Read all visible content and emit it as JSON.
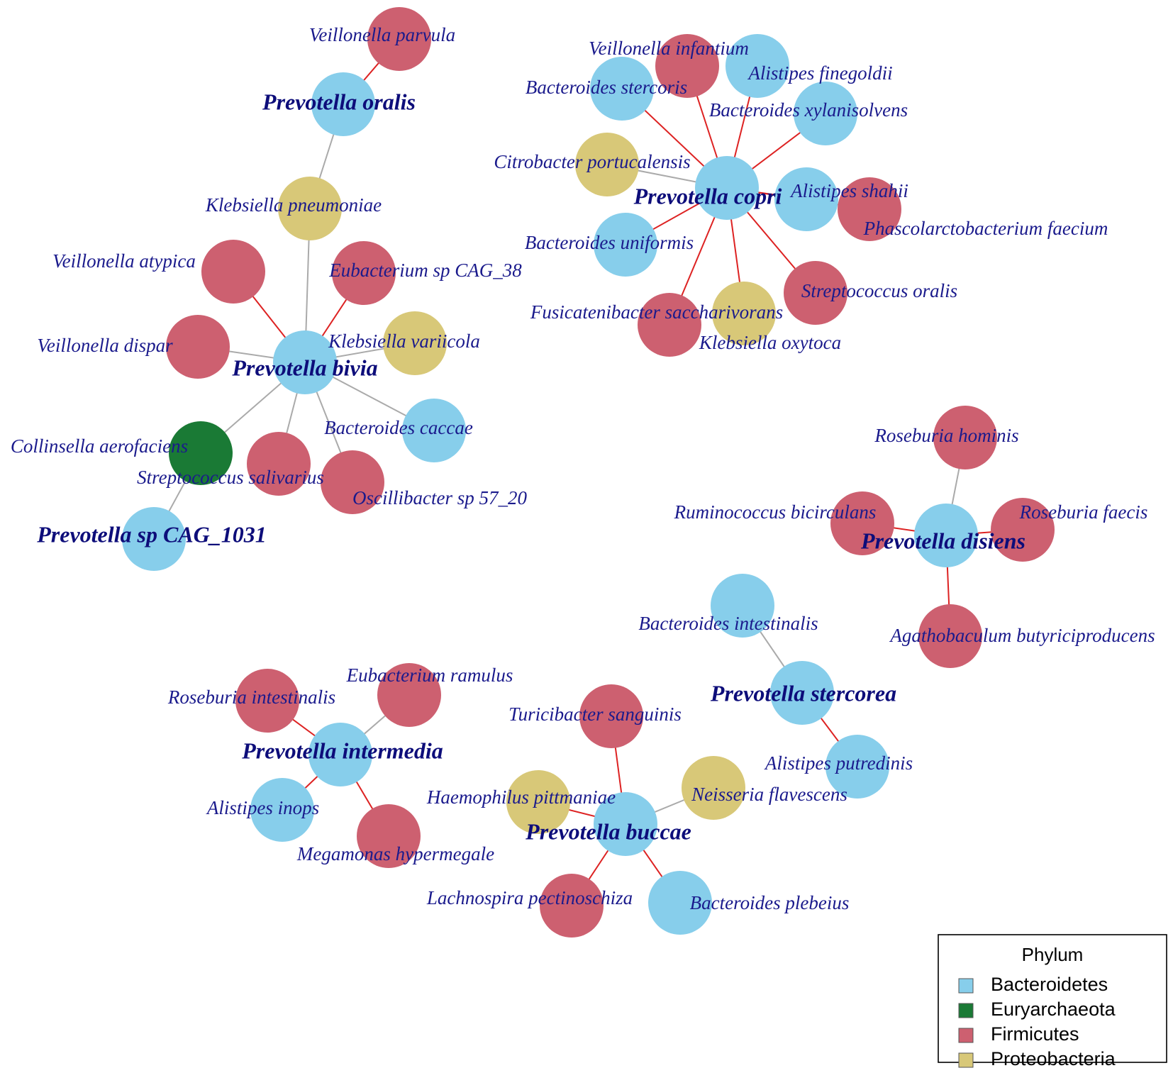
{
  "colors": {
    "Bacteroidetes": "#87ceeb",
    "Euryarchaeota": "#1a7a35",
    "Firmicutes": "#cd6070",
    "Proteobacteria": "#d8c878",
    "edge_positive": "#dd2222",
    "edge_negative": "#aaaaaa",
    "label": "#1a1a8c"
  },
  "nodes": [
    {
      "id": "p_oralis",
      "label": "Prevotella oralis",
      "phylum": "Bacteroidetes",
      "hub": true
    },
    {
      "id": "v_parvula",
      "label": "Veillonella parvula",
      "phylum": "Firmicutes"
    },
    {
      "id": "k_pneumoniae",
      "label": "Klebsiella pneumoniae",
      "phylum": "Proteobacteria"
    },
    {
      "id": "p_bivia",
      "label": "Prevotella bivia",
      "phylum": "Bacteroidetes",
      "hub": true
    },
    {
      "id": "v_atypica",
      "label": "Veillonella atypica",
      "phylum": "Firmicutes"
    },
    {
      "id": "eub_38",
      "label": "Eubacterium sp CAG_38",
      "phylum": "Firmicutes"
    },
    {
      "id": "v_dispar",
      "label": "Veillonella dispar",
      "phylum": "Firmicutes"
    },
    {
      "id": "k_variicola",
      "label": "Klebsiella variicola",
      "phylum": "Proteobacteria"
    },
    {
      "id": "b_caccae",
      "label": "Bacteroides caccae",
      "phylum": "Bacteroidetes"
    },
    {
      "id": "c_aerofaciens",
      "label": "Collinsella aerofaciens",
      "phylum": "Euryarchaeota"
    },
    {
      "id": "s_salivarius",
      "label": "Streptococcus salivarius",
      "phylum": "Firmicutes"
    },
    {
      "id": "osc_57",
      "label": "Oscillibacter sp 57_20",
      "phylum": "Firmicutes"
    },
    {
      "id": "p_1031",
      "label": "Prevotella sp CAG_1031",
      "phylum": "Bacteroidetes",
      "hub": true
    },
    {
      "id": "p_copri",
      "label": "Prevotella copri",
      "phylum": "Bacteroidetes",
      "hub": true
    },
    {
      "id": "v_infantium",
      "label": "Veillonella infantium",
      "phylum": "Firmicutes"
    },
    {
      "id": "a_finegoldii",
      "label": "Alistipes finegoldii",
      "phylum": "Bacteroidetes"
    },
    {
      "id": "b_stercoris",
      "label": "Bacteroides stercoris",
      "phylum": "Bacteroidetes"
    },
    {
      "id": "b_xylanisolvens",
      "label": "Bacteroides xylanisolvens",
      "phylum": "Bacteroidetes"
    },
    {
      "id": "c_portucalensis",
      "label": "Citrobacter portucalensis",
      "phylum": "Proteobacteria"
    },
    {
      "id": "a_shahii",
      "label": "Alistipes shahii",
      "phylum": "Bacteroidetes"
    },
    {
      "id": "ph_faecium",
      "label": "Phascolarctobacterium faecium",
      "phylum": "Firmicutes"
    },
    {
      "id": "b_uniformis",
      "label": "Bacteroides uniformis",
      "phylum": "Bacteroidetes"
    },
    {
      "id": "s_oralis",
      "label": "Streptococcus oralis",
      "phylum": "Firmicutes"
    },
    {
      "id": "f_saccharivorans",
      "label": "Fusicatenibacter saccharivorans",
      "phylum": "Firmicutes"
    },
    {
      "id": "k_oxytoca",
      "label": "Klebsiella oxytoca",
      "phylum": "Proteobacteria"
    },
    {
      "id": "p_disiens",
      "label": "Prevotella disiens",
      "phylum": "Bacteroidetes",
      "hub": true
    },
    {
      "id": "r_hominis",
      "label": "Roseburia hominis",
      "phylum": "Firmicutes"
    },
    {
      "id": "r_bicirculans",
      "label": "Ruminococcus bicirculans",
      "phylum": "Firmicutes"
    },
    {
      "id": "r_faecis",
      "label": "Roseburia faecis",
      "phylum": "Firmicutes"
    },
    {
      "id": "a_butyriciproducens",
      "label": "Agathobaculum butyriciproducens",
      "phylum": "Firmicutes"
    },
    {
      "id": "p_stercorea",
      "label": "Prevotella stercorea",
      "phylum": "Bacteroidetes",
      "hub": true
    },
    {
      "id": "b_intestinalis",
      "label": "Bacteroides intestinalis",
      "phylum": "Bacteroidetes"
    },
    {
      "id": "a_putredinis",
      "label": "Alistipes putredinis",
      "phylum": "Bacteroidetes"
    },
    {
      "id": "p_intermedia",
      "label": "Prevotella intermedia",
      "phylum": "Bacteroidetes",
      "hub": true
    },
    {
      "id": "r_intestinalis",
      "label": "Roseburia intestinalis",
      "phylum": "Firmicutes"
    },
    {
      "id": "e_ramulus",
      "label": "Eubacterium ramulus",
      "phylum": "Firmicutes"
    },
    {
      "id": "a_inops",
      "label": "Alistipes inops",
      "phylum": "Bacteroidetes"
    },
    {
      "id": "m_hypermegale",
      "label": "Megamonas hypermegale",
      "phylum": "Firmicutes"
    },
    {
      "id": "p_buccae",
      "label": "Prevotella buccae",
      "phylum": "Bacteroidetes",
      "hub": true
    },
    {
      "id": "t_sanguinis",
      "label": "Turicibacter sanguinis",
      "phylum": "Firmicutes"
    },
    {
      "id": "h_pittmaniae",
      "label": "Haemophilus pittmaniae",
      "phylum": "Proteobacteria"
    },
    {
      "id": "n_flavescens",
      "label": "Neisseria flavescens",
      "phylum": "Proteobacteria"
    },
    {
      "id": "l_pectinoschiza",
      "label": "Lachnospira pectinoschiza",
      "phylum": "Firmicutes"
    },
    {
      "id": "b_plebeius",
      "label": "Bacteroides plebeius",
      "phylum": "Bacteroidetes"
    }
  ],
  "edges": [
    {
      "from": "p_oralis",
      "to": "v_parvula",
      "sign": "positive"
    },
    {
      "from": "p_oralis",
      "to": "k_pneumoniae",
      "sign": "negative"
    },
    {
      "from": "k_pneumoniae",
      "to": "p_bivia",
      "sign": "negative"
    },
    {
      "from": "p_bivia",
      "to": "v_atypica",
      "sign": "positive"
    },
    {
      "from": "p_bivia",
      "to": "eub_38",
      "sign": "positive"
    },
    {
      "from": "p_bivia",
      "to": "v_dispar",
      "sign": "negative"
    },
    {
      "from": "p_bivia",
      "to": "k_variicola",
      "sign": "negative"
    },
    {
      "from": "p_bivia",
      "to": "b_caccae",
      "sign": "negative"
    },
    {
      "from": "p_bivia",
      "to": "c_aerofaciens",
      "sign": "negative"
    },
    {
      "from": "p_bivia",
      "to": "s_salivarius",
      "sign": "negative"
    },
    {
      "from": "p_bivia",
      "to": "osc_57",
      "sign": "negative"
    },
    {
      "from": "c_aerofaciens",
      "to": "p_1031",
      "sign": "negative"
    },
    {
      "from": "p_copri",
      "to": "v_infantium",
      "sign": "positive"
    },
    {
      "from": "p_copri",
      "to": "a_finegoldii",
      "sign": "positive"
    },
    {
      "from": "p_copri",
      "to": "b_stercoris",
      "sign": "positive"
    },
    {
      "from": "p_copri",
      "to": "b_xylanisolvens",
      "sign": "positive"
    },
    {
      "from": "p_copri",
      "to": "c_portucalensis",
      "sign": "negative"
    },
    {
      "from": "p_copri",
      "to": "a_shahii",
      "sign": "positive"
    },
    {
      "from": "p_copri",
      "to": "ph_faecium",
      "sign": "positive"
    },
    {
      "from": "p_copri",
      "to": "b_uniformis",
      "sign": "positive"
    },
    {
      "from": "p_copri",
      "to": "s_oralis",
      "sign": "positive"
    },
    {
      "from": "p_copri",
      "to": "f_saccharivorans",
      "sign": "positive"
    },
    {
      "from": "p_copri",
      "to": "k_oxytoca",
      "sign": "positive"
    },
    {
      "from": "p_disiens",
      "to": "r_hominis",
      "sign": "negative"
    },
    {
      "from": "p_disiens",
      "to": "r_bicirculans",
      "sign": "positive"
    },
    {
      "from": "p_disiens",
      "to": "r_faecis",
      "sign": "positive"
    },
    {
      "from": "p_disiens",
      "to": "a_butyriciproducens",
      "sign": "positive"
    },
    {
      "from": "p_stercorea",
      "to": "b_intestinalis",
      "sign": "negative"
    },
    {
      "from": "p_stercorea",
      "to": "a_putredinis",
      "sign": "positive"
    },
    {
      "from": "p_intermedia",
      "to": "r_intestinalis",
      "sign": "positive"
    },
    {
      "from": "p_intermedia",
      "to": "e_ramulus",
      "sign": "negative"
    },
    {
      "from": "p_intermedia",
      "to": "a_inops",
      "sign": "positive"
    },
    {
      "from": "p_intermedia",
      "to": "m_hypermegale",
      "sign": "positive"
    },
    {
      "from": "p_buccae",
      "to": "t_sanguinis",
      "sign": "positive"
    },
    {
      "from": "p_buccae",
      "to": "h_pittmaniae",
      "sign": "positive"
    },
    {
      "from": "p_buccae",
      "to": "n_flavescens",
      "sign": "negative"
    },
    {
      "from": "p_buccae",
      "to": "l_pectinoschiza",
      "sign": "positive"
    },
    {
      "from": "p_buccae",
      "to": "b_plebeius",
      "sign": "positive"
    }
  ],
  "legend": {
    "title": "Phylum",
    "items": [
      {
        "label": "Bacteroidetes",
        "color": "#87ceeb"
      },
      {
        "label": "Euryarchaeota",
        "color": "#1a7a35"
      },
      {
        "label": "Firmicutes",
        "color": "#cd6070"
      },
      {
        "label": "Proteobacteria",
        "color": "#d8c878"
      }
    ]
  }
}
